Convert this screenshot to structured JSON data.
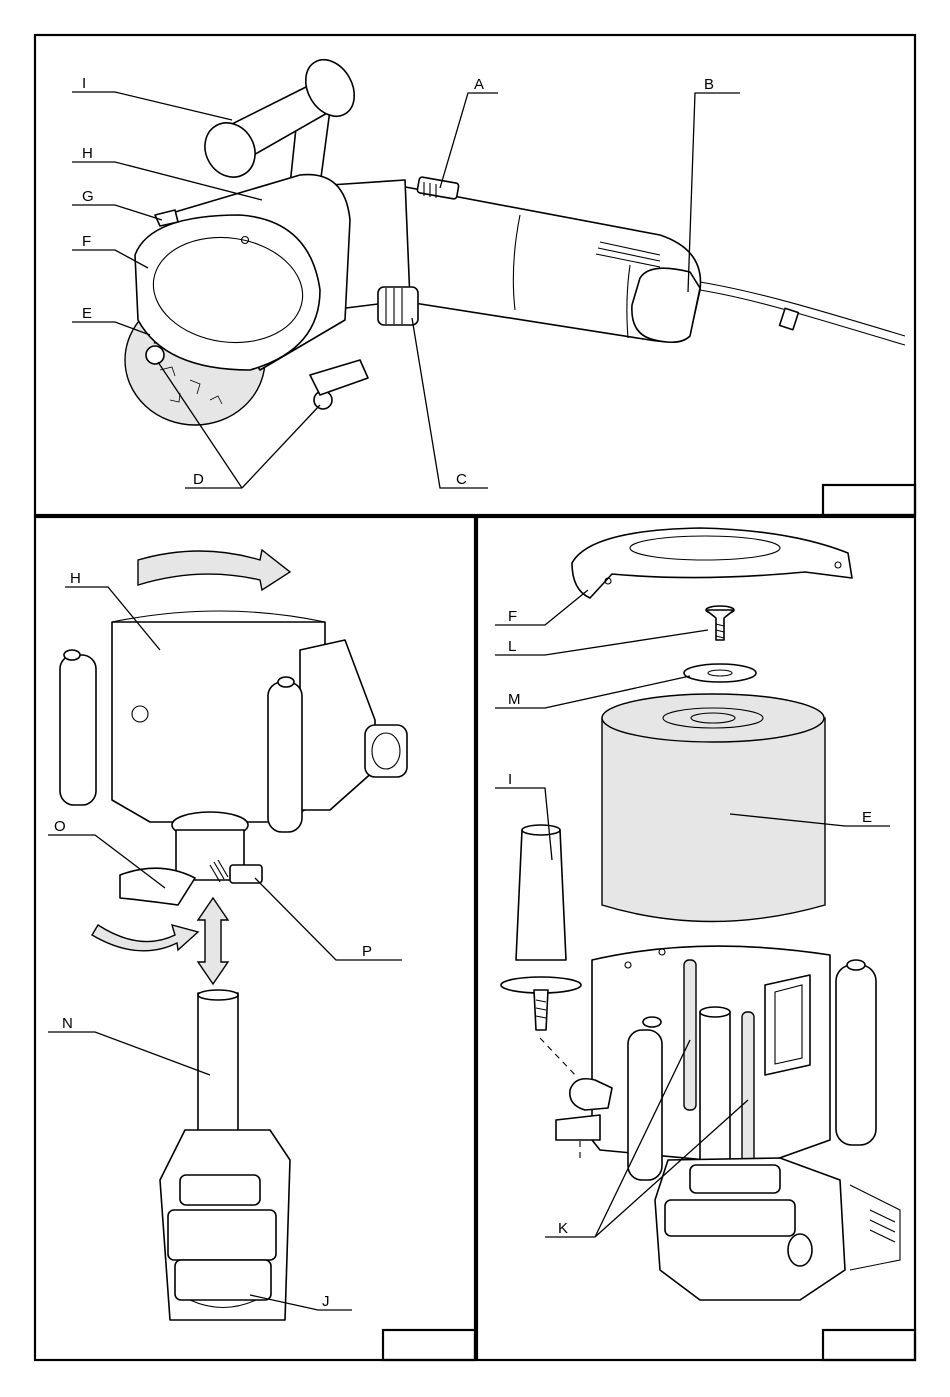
{
  "panels": [
    {
      "id": "top",
      "box_label": ""
    },
    {
      "id": "bottom-left",
      "box_label": ""
    },
    {
      "id": "bottom-right",
      "box_label": ""
    }
  ],
  "callouts": {
    "top": [
      "I",
      "H",
      "G",
      "F",
      "E",
      "D",
      "A",
      "B",
      "C"
    ],
    "bottom_left": [
      "H",
      "O",
      "P",
      "N",
      "J"
    ],
    "bottom_right": [
      "F",
      "L",
      "M",
      "I",
      "E",
      "K"
    ]
  },
  "colors": {
    "line": "#000000",
    "shade": "#e6e6e6",
    "background": "#ffffff"
  },
  "icons": [
    "rotate-arrow-icon",
    "rotate-curve-icon",
    "double-arrow-icon"
  ]
}
